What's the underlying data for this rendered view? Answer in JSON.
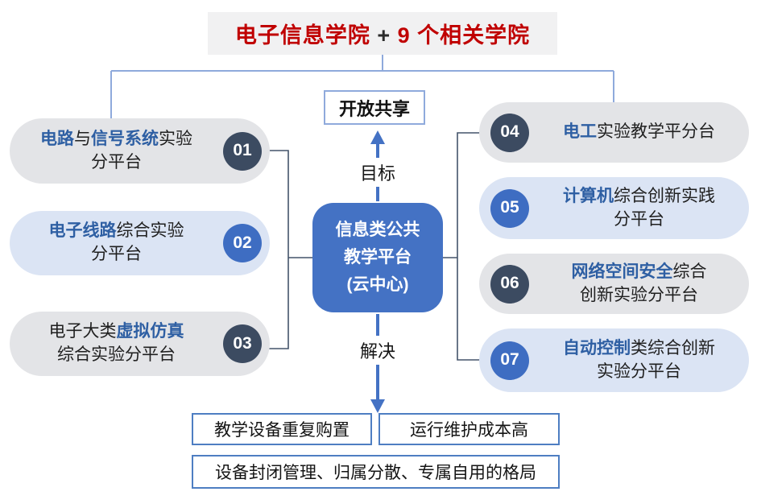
{
  "title": {
    "segments": [
      {
        "t": "电子信息学院 ",
        "red": true
      },
      {
        "t": "+",
        "red": false
      },
      {
        "t": " 9 个相关学院",
        "red": true
      }
    ]
  },
  "goal": {
    "box_label": "开放共享",
    "arrow_label": "目标"
  },
  "solve": {
    "arrow_label": "解决"
  },
  "center": {
    "lines": [
      "信息类公共",
      "教学平台",
      "(云中心)"
    ]
  },
  "platforms": {
    "left": [
      {
        "number": "01",
        "segments": [
          {
            "t": "电路",
            "hl": true
          },
          {
            "t": "与"
          },
          {
            "t": "信号系统",
            "hl": true
          },
          {
            "t": "实验"
          },
          {
            "br": true
          },
          {
            "t": "分平台"
          }
        ]
      },
      {
        "number": "02",
        "segments": [
          {
            "t": "电子线路",
            "hl": true
          },
          {
            "t": "综合实验"
          },
          {
            "br": true
          },
          {
            "t": "分平台"
          }
        ]
      },
      {
        "number": "03",
        "segments": [
          {
            "t": "电子大类"
          },
          {
            "t": "虚拟仿真",
            "hl": true
          },
          {
            "br": true
          },
          {
            "t": "综合实验分平台"
          }
        ]
      }
    ],
    "right": [
      {
        "number": "04",
        "segments": [
          {
            "t": "电工",
            "hl": true
          },
          {
            "t": "实验教学平分台"
          }
        ]
      },
      {
        "number": "05",
        "segments": [
          {
            "t": "计算机",
            "hl": true
          },
          {
            "t": "综合创新实践"
          },
          {
            "br": true
          },
          {
            "t": "分平台"
          }
        ]
      },
      {
        "number": "06",
        "segments": [
          {
            "t": "网络空间安全",
            "hl": true
          },
          {
            "t": "综合"
          },
          {
            "br": true
          },
          {
            "t": "创新实验分平台"
          }
        ]
      },
      {
        "number": "07",
        "segments": [
          {
            "t": "自动控制",
            "hl": true
          },
          {
            "t": "类综合创新"
          },
          {
            "br": true
          },
          {
            "t": "实验分平台"
          }
        ]
      }
    ]
  },
  "problems": [
    "教学设备重复购置",
    "运行维护成本高",
    "设备封闭管理、归属分散、专属自用的格局"
  ],
  "colors": {
    "title_red": "#c00000",
    "highlight_blue": "#2e5fa3",
    "center_box": "#4472c4",
    "badge_dark": "#3c4b61",
    "badge_blue": "#3e6dc2",
    "pill_gray": "#e3e4e7",
    "pill_blue": "#dbe4f4",
    "connector_light": "#8faadc",
    "connector_dark": "#44546a",
    "arrow_blue": "#4472c4",
    "problem_border": "#4e7ec2"
  }
}
